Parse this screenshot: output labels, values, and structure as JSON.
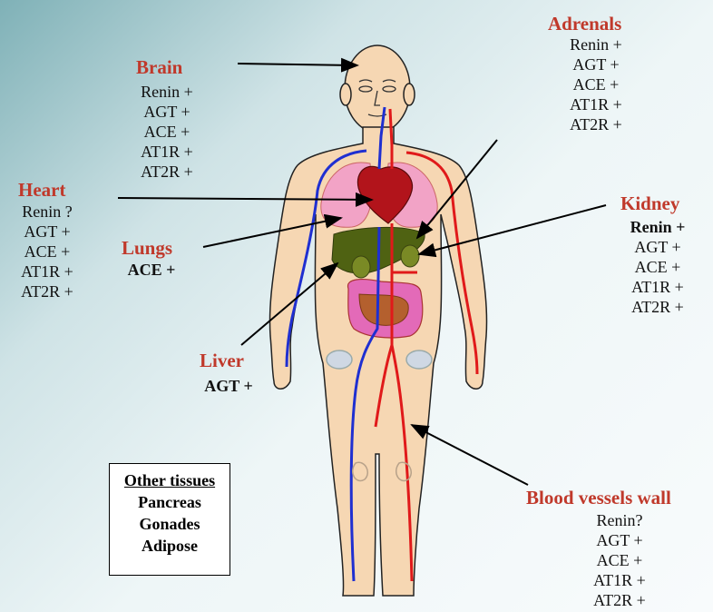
{
  "organs": {
    "brain": {
      "title": "Brain",
      "items": [
        "Renin +",
        "AGT +",
        "ACE +",
        "AT1R +",
        "AT2R +"
      ]
    },
    "heart": {
      "title": "Heart",
      "items": [
        "Renin ?",
        "AGT +",
        "ACE +",
        "AT1R +",
        "AT2R +"
      ]
    },
    "lungs": {
      "title": "Lungs",
      "items": [
        "ACE +"
      ]
    },
    "liver": {
      "title": "Liver",
      "items": [
        "AGT +"
      ]
    },
    "adrenals": {
      "title": "Adrenals",
      "items": [
        "Renin +",
        "AGT +",
        "ACE +",
        "AT1R +",
        "AT2R +"
      ]
    },
    "kidney": {
      "title": "Kidney",
      "items": [
        "Renin +",
        "AGT +",
        "ACE +",
        "AT1R +",
        "AT2R +"
      ]
    },
    "vessels": {
      "title": "Blood vessels wall",
      "items": [
        "Renin?",
        "AGT +",
        "ACE +",
        "AT1R +",
        "AT2R +"
      ]
    }
  },
  "other_tissues": {
    "title": "Other tissues",
    "items": [
      "Pancreas",
      "Gonades",
      "Adipose"
    ]
  },
  "colors": {
    "title_red": "#c0392b",
    "skin": "#f6d7b3",
    "artery": "#e0191a",
    "vein": "#1f2fd1",
    "lungs": "#f2a3c6",
    "liver": "#4f6212",
    "intestine": "#e36ab8"
  }
}
